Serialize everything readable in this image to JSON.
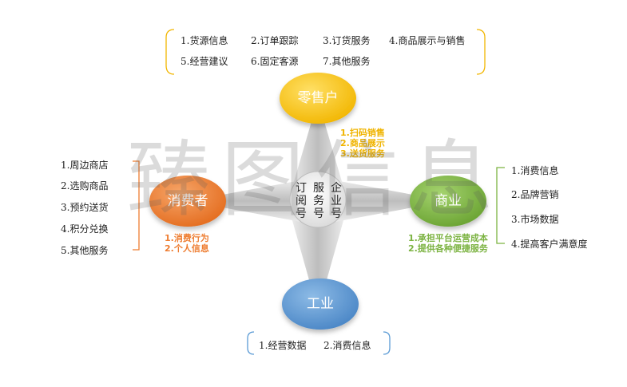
{
  "nodes": {
    "retail": {
      "label": "零售户",
      "color": "#f7c21a"
    },
    "consumer": {
      "label": "消费者",
      "color": "#ee7d31"
    },
    "commerce": {
      "label": "商业",
      "color": "#7cb342"
    },
    "industry": {
      "label": "工业",
      "color": "#5b9bd5"
    }
  },
  "center": {
    "col1": [
      "订",
      "阅",
      "号"
    ],
    "col2": [
      "服",
      "务",
      "号"
    ],
    "col3": [
      "企",
      "业",
      "号"
    ]
  },
  "retail_services": {
    "row1": [
      "1.货源信息",
      "2.订单跟踪",
      "3.订货服务",
      "4.商品展示与销售"
    ],
    "row2": [
      "5.经营建议",
      "6.固定客源",
      "7.其他服务"
    ]
  },
  "consumer_services": [
    "1.周边商店",
    "2.选购商品",
    "3.预约送货",
    "4.积分兑换",
    "5.其他服务"
  ],
  "commerce_services": [
    "1.消费信息",
    "2.品牌营销",
    "3.市场数据",
    "4.提高客户满意度"
  ],
  "industry_services": [
    "1.经营数据",
    "2.消费信息"
  ],
  "retail_sub": {
    "lines": [
      "1.扫码销售",
      "2.商品展示",
      "3.送货服务"
    ],
    "color": "#f0b400"
  },
  "consumer_sub": {
    "lines": [
      "1.消费行为",
      "2.个人信息"
    ],
    "color": "#ee7d31"
  },
  "commerce_sub": {
    "lines": [
      "1.承担平台运营成本",
      "2.提供各种便捷服务"
    ],
    "color": "#7cb342"
  },
  "watermark": "臻图信息"
}
